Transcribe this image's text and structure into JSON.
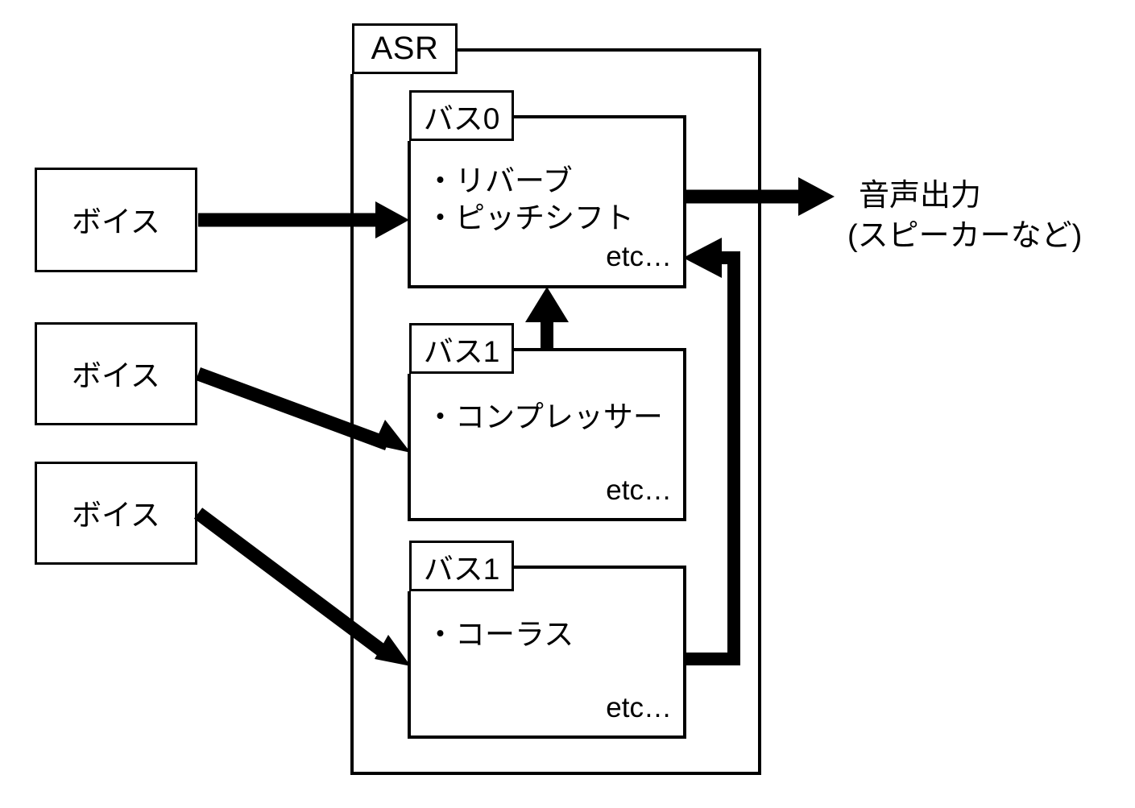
{
  "diagram": {
    "title": "ASR audio routing diagram",
    "stroke_color": "#000000",
    "background_color": "#ffffff",
    "outer_container": {
      "label": "ASR"
    },
    "sources": [
      {
        "label": "ボイス"
      },
      {
        "label": "ボイス"
      },
      {
        "label": "ボイス"
      }
    ],
    "buses": [
      {
        "tab_label": "バス0",
        "items": [
          "・リバーブ",
          "・ピッチシフト"
        ],
        "etc": "etc…"
      },
      {
        "tab_label": "バス1",
        "items": [
          "・コンプレッサー"
        ],
        "etc": "etc…"
      },
      {
        "tab_label": "バス1",
        "items": [
          "・コーラス"
        ],
        "etc": "etc…"
      }
    ],
    "output": {
      "line1": "音声出力",
      "line2": "(スピーカーなど)"
    }
  }
}
